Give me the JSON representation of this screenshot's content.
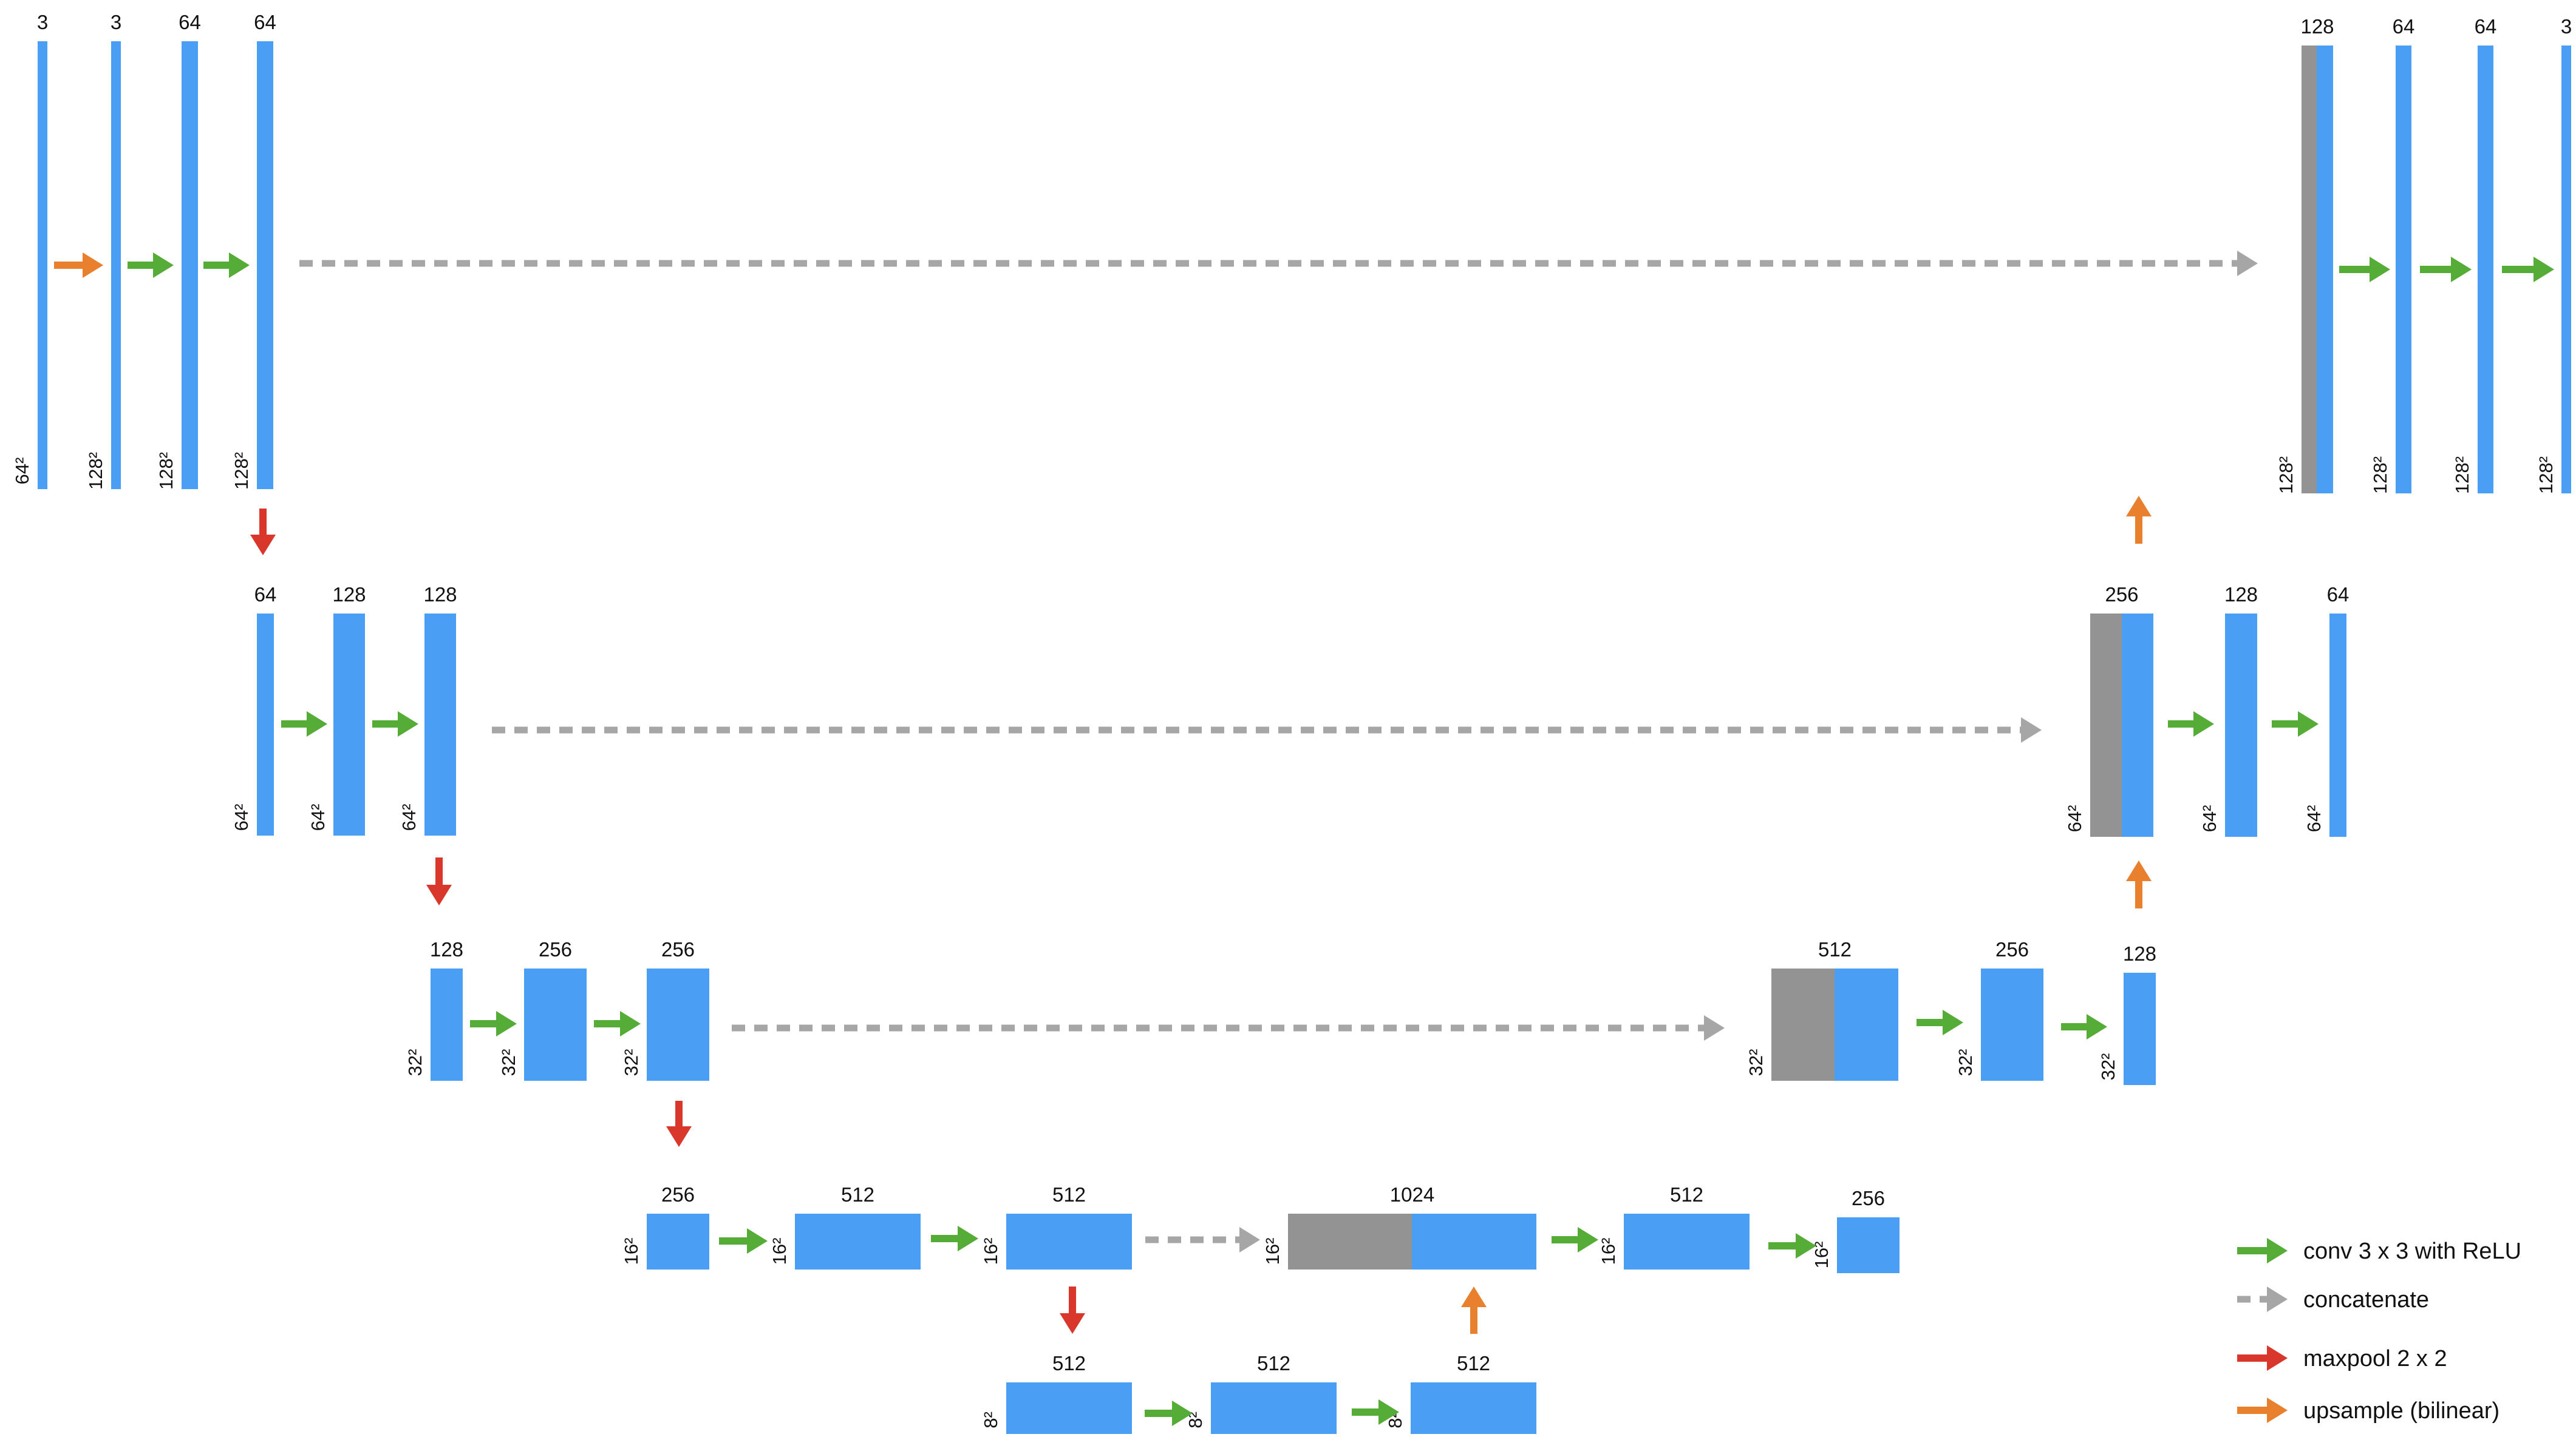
{
  "colors": {
    "feature_map": "#4a9ff5",
    "concat_map": "#939393",
    "conv": "#55ac36",
    "concatenate": "#a6a6a6",
    "maxpool": "#d9372b",
    "upsample": "#e8802e"
  },
  "blocks": [
    {
      "ch": "3",
      "dim": "64²",
      "kind": "blue"
    },
    {
      "ch": "3",
      "dim": "128²",
      "kind": "blue"
    },
    {
      "ch": "64",
      "dim": "128²",
      "kind": "blue"
    },
    {
      "ch": "64",
      "dim": "128²",
      "kind": "blue"
    },
    {
      "ch": "64",
      "dim": "64²",
      "kind": "blue"
    },
    {
      "ch": "128",
      "dim": "64²",
      "kind": "blue"
    },
    {
      "ch": "128",
      "dim": "64²",
      "kind": "blue"
    },
    {
      "ch": "128",
      "dim": "32²",
      "kind": "blue"
    },
    {
      "ch": "256",
      "dim": "32²",
      "kind": "blue"
    },
    {
      "ch": "256",
      "dim": "32²",
      "kind": "blue"
    },
    {
      "ch": "256",
      "dim": "16²",
      "kind": "blue"
    },
    {
      "ch": "512",
      "dim": "16²",
      "kind": "blue"
    },
    {
      "ch": "512",
      "dim": "16²",
      "kind": "blue"
    },
    {
      "ch": "512",
      "dim": "8²",
      "kind": "blue"
    },
    {
      "ch": "512",
      "dim": "8²",
      "kind": "blue"
    },
    {
      "ch": "512",
      "dim": "8²",
      "kind": "blue"
    },
    {
      "ch": "1024",
      "dim": "16²",
      "kind": "concat"
    },
    {
      "ch": "512",
      "dim": "16²",
      "kind": "blue"
    },
    {
      "ch": "256",
      "dim": "16²",
      "kind": "blue"
    },
    {
      "ch": "512",
      "dim": "32²",
      "kind": "concat"
    },
    {
      "ch": "256",
      "dim": "32²",
      "kind": "blue"
    },
    {
      "ch": "128",
      "dim": "32²",
      "kind": "blue"
    },
    {
      "ch": "256",
      "dim": "64²",
      "kind": "concat"
    },
    {
      "ch": "128",
      "dim": "64²",
      "kind": "blue"
    },
    {
      "ch": "64",
      "dim": "64²",
      "kind": "blue"
    },
    {
      "ch": "128",
      "dim": "128²",
      "kind": "concat"
    },
    {
      "ch": "64",
      "dim": "128²",
      "kind": "blue"
    },
    {
      "ch": "64",
      "dim": "128²",
      "kind": "blue"
    },
    {
      "ch": "3",
      "dim": "128²",
      "kind": "blue"
    }
  ],
  "arrows": [
    {
      "type": "upsample",
      "dir": "right"
    },
    {
      "type": "conv",
      "dir": "right"
    },
    {
      "type": "conv",
      "dir": "right"
    },
    {
      "type": "concatenate",
      "dir": "right"
    },
    {
      "type": "conv",
      "dir": "right"
    },
    {
      "type": "conv",
      "dir": "right"
    },
    {
      "type": "conv",
      "dir": "right"
    },
    {
      "type": "maxpool",
      "dir": "down"
    },
    {
      "type": "conv",
      "dir": "right"
    },
    {
      "type": "conv",
      "dir": "right"
    },
    {
      "type": "concatenate",
      "dir": "right"
    },
    {
      "type": "upsample",
      "dir": "up"
    },
    {
      "type": "conv",
      "dir": "right"
    },
    {
      "type": "conv",
      "dir": "right"
    },
    {
      "type": "maxpool",
      "dir": "down"
    },
    {
      "type": "conv",
      "dir": "right"
    },
    {
      "type": "conv",
      "dir": "right"
    },
    {
      "type": "concatenate",
      "dir": "right"
    },
    {
      "type": "upsample",
      "dir": "up"
    },
    {
      "type": "conv",
      "dir": "right"
    },
    {
      "type": "conv",
      "dir": "right"
    },
    {
      "type": "maxpool",
      "dir": "down"
    },
    {
      "type": "conv",
      "dir": "right"
    },
    {
      "type": "conv",
      "dir": "right"
    },
    {
      "type": "concatenate",
      "dir": "right"
    },
    {
      "type": "upsample",
      "dir": "up"
    },
    {
      "type": "conv",
      "dir": "right"
    },
    {
      "type": "conv",
      "dir": "right"
    },
    {
      "type": "maxpool",
      "dir": "down"
    },
    {
      "type": "conv",
      "dir": "right"
    },
    {
      "type": "conv",
      "dir": "right"
    }
  ],
  "legend": [
    {
      "type": "conv",
      "label": "conv 3 x 3 with ReLU"
    },
    {
      "type": "concatenate",
      "label": "concatenate"
    },
    {
      "type": "maxpool",
      "label": "maxpool 2 x 2"
    },
    {
      "type": "upsample",
      "label": "upsample (bilinear)"
    }
  ]
}
